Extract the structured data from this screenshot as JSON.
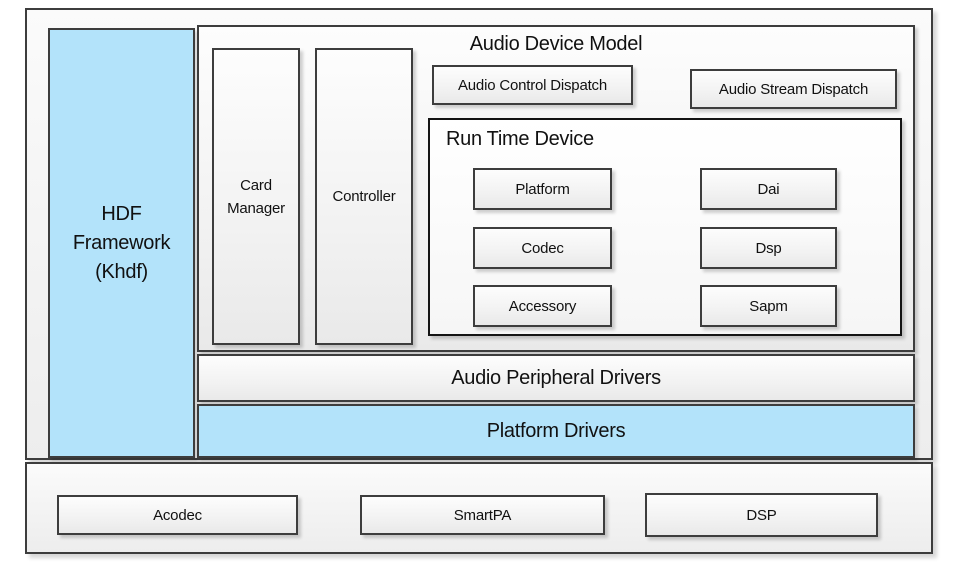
{
  "diagram": {
    "upper_panel": {
      "hdf_framework": {
        "label": "HDF\nFramework\n(Khdf)"
      },
      "audio_device_model": {
        "title": "Audio Device Model",
        "card_manager": {
          "label": "Card\nManager"
        },
        "controller": {
          "label": "Controller"
        },
        "audio_control_dispatch": {
          "label": "Audio Control Dispatch"
        },
        "audio_stream_dispatch": {
          "label": "Audio Stream Dispatch"
        },
        "run_time_device": {
          "title": "Run Time Device",
          "left_column": [
            "Platform",
            "Codec",
            "Accessory"
          ],
          "right_column": [
            "Dai",
            "Dsp",
            "Sapm"
          ]
        }
      },
      "audio_peripheral_drivers": {
        "label": "Audio Peripheral Drivers"
      },
      "platform_drivers": {
        "label": "Platform Drivers"
      }
    },
    "bottom_panel": {
      "components": [
        "Acodec",
        "SmartPA",
        "DSP"
      ]
    },
    "colors": {
      "highlight_blue": "#b3e3fa",
      "border_gray": "#3d3d3d",
      "border_black": "#141414"
    }
  }
}
